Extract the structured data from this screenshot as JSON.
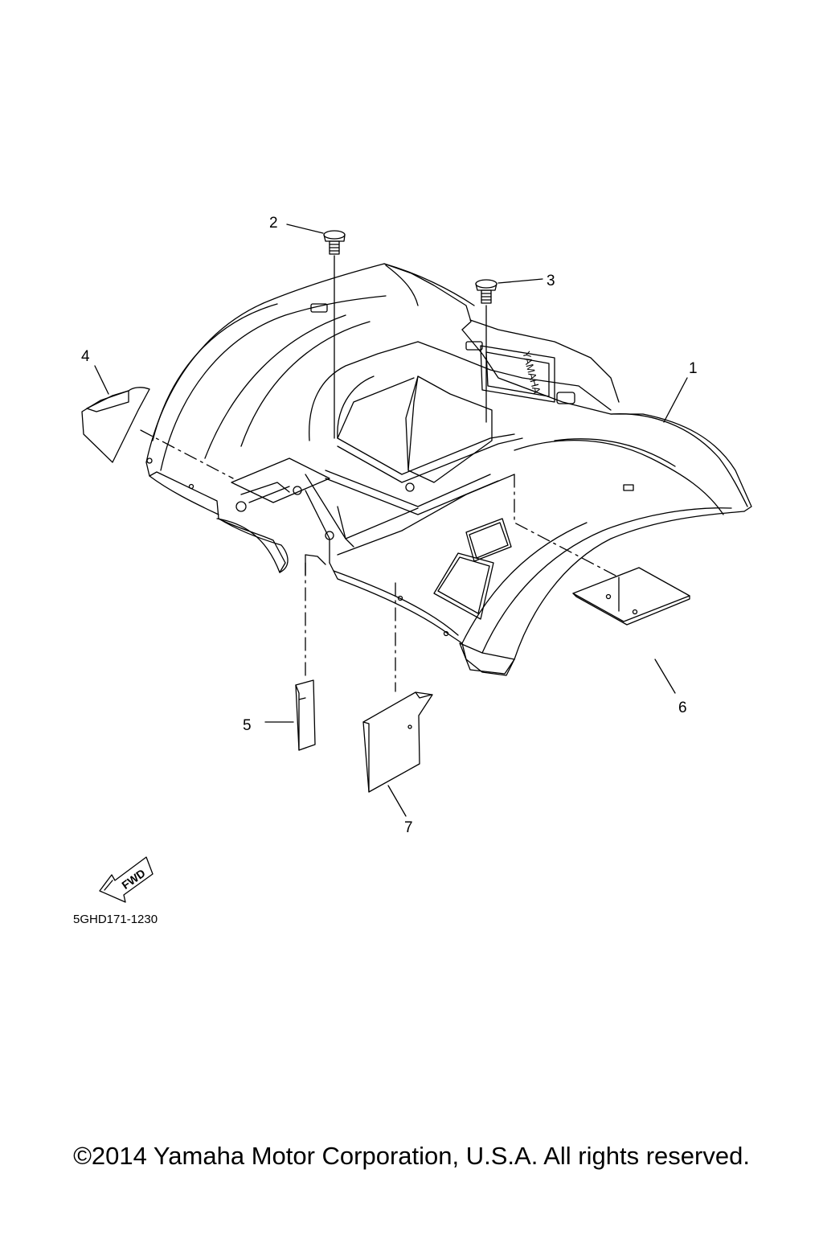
{
  "diagram": {
    "callouts": {
      "part_1": "1",
      "part_2": "2",
      "part_3": "3",
      "part_4": "4",
      "part_5": "5",
      "part_6": "6",
      "part_7": "7"
    },
    "fwd_label": "FWD",
    "fender_logo": "YAMAHA",
    "diagram_code": "5GHD171-1230"
  },
  "footer": {
    "copyright": "©2014 Yamaha Motor Corporation, U.S.A. All rights reserved."
  },
  "colors": {
    "line": "#000000",
    "background": "#ffffff"
  }
}
